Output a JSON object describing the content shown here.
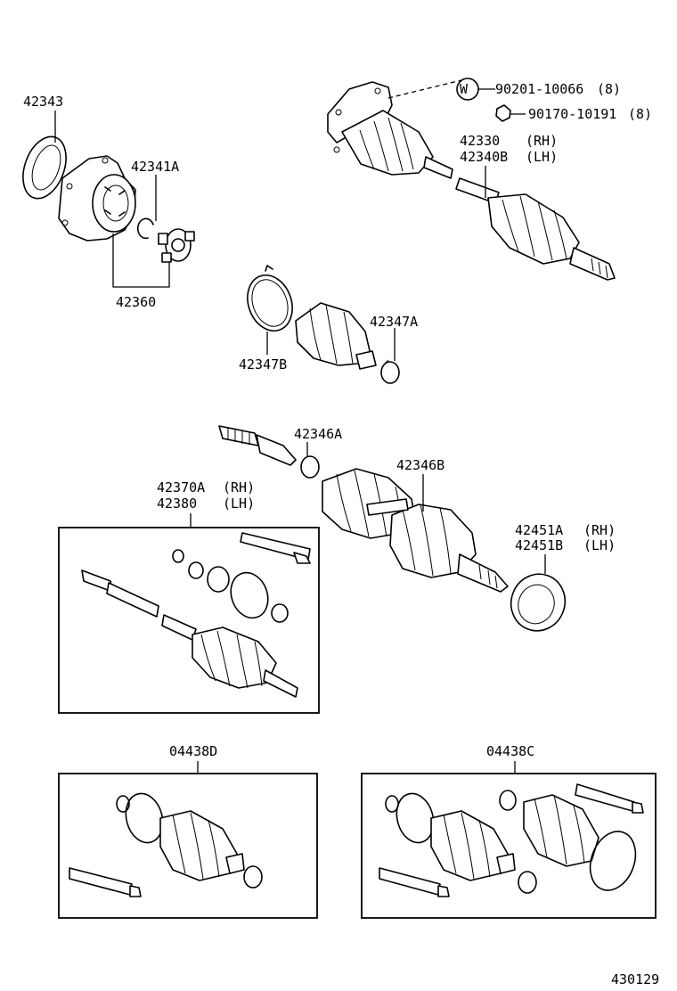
{
  "labels": {
    "p42343": "42343",
    "p42341a": "42341A",
    "p42360": "42360",
    "p90201_code": "90201-10066",
    "p90201_qty": "(8)",
    "washer_symbol": "W",
    "p90170_code": "90170-10191",
    "p90170_qty": "(8)",
    "p42330_code": "42330",
    "p42330_side": "(RH)",
    "p42340b_code": "42340B",
    "p42340b_side": "(LH)",
    "p42347a": "42347A",
    "p42347b": "42347B",
    "p42346a": "42346A",
    "p42346b": "42346B",
    "p42370a_code": "42370A",
    "p42370a_side": "(RH)",
    "p42380_code": "42380",
    "p42380_side": "(LH)",
    "p42451a_code": "42451A",
    "p42451a_side": "(RH)",
    "p42451b_code": "42451B",
    "p42451b_side": "(LH)",
    "k04438d": "04438D",
    "k04438c": "04438C",
    "illustration_no": "430129"
  }
}
